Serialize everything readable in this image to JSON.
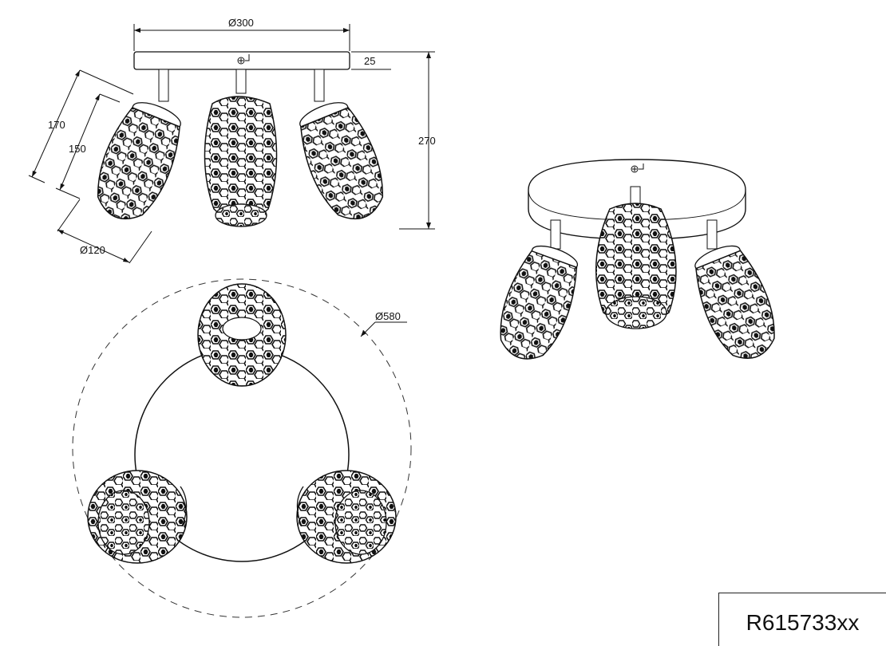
{
  "dimensions": {
    "canopy_diameter": "Ø300",
    "canopy_height": "25",
    "total_height": "270",
    "shade_length": "170",
    "shade_inner_length": "150",
    "shade_diameter": "Ø120",
    "spread_diameter": "Ø580"
  },
  "model_number": "R615733xx"
}
